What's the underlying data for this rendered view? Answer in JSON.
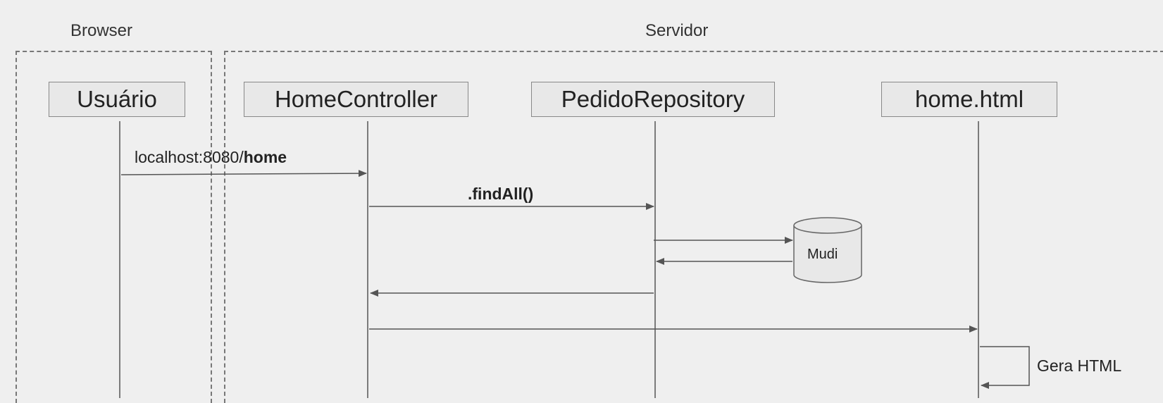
{
  "regions": {
    "browser": "Browser",
    "server": "Servidor"
  },
  "actors": {
    "usuario": "Usuário",
    "home_controller": "HomeController",
    "pedido_repository": "PedidoRepository",
    "home_html": "home.html"
  },
  "messages": {
    "request_prefix": "localhost:8080/",
    "request_path": "home",
    "find_all": ".findAll()",
    "gera_html": "Gera HTML"
  },
  "database": {
    "label": "Mudi"
  }
}
